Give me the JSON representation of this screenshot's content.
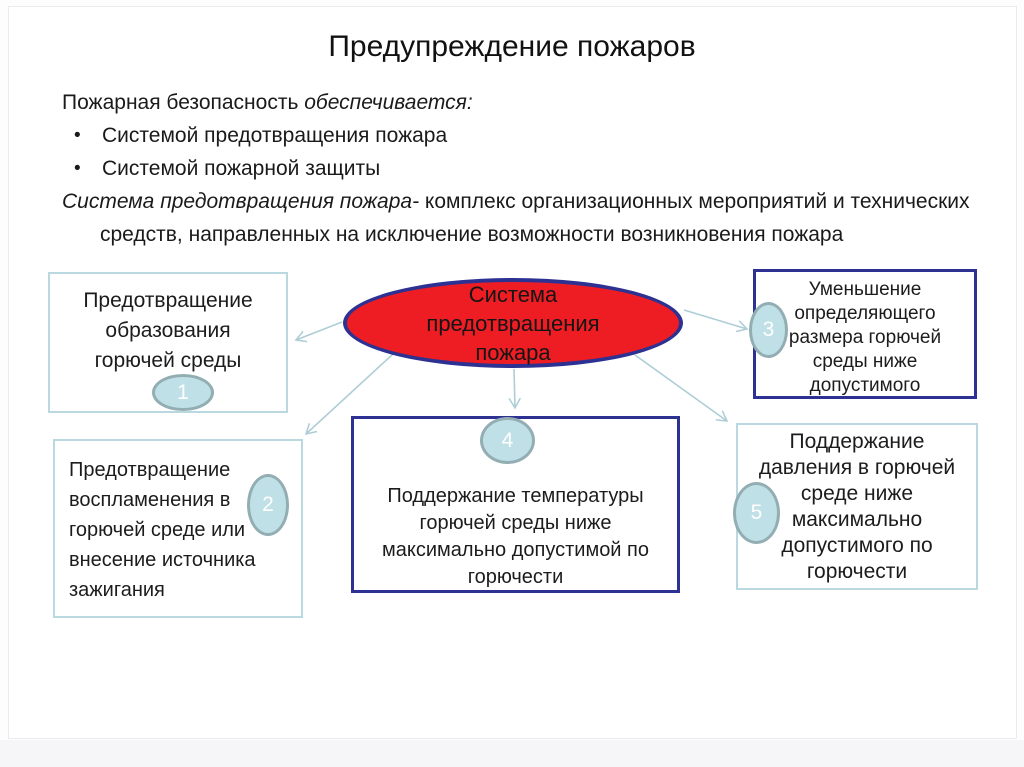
{
  "colors": {
    "red": "#ee1d23",
    "navy": "#2d3192",
    "lightblue": "#b9d8df",
    "badge-fill": "#bfe0e6",
    "badge-border": "#93aeb3",
    "arrow": "#aecdd6"
  },
  "slide": {
    "title": "Предупреждение пожаров",
    "intro_normal": "Пожарная безопасность ",
    "intro_italic": "обеспечивается:",
    "bullet_char": "•",
    "bullets": [
      "Системой предотвращения пожара",
      "Системой пожарной защиты"
    ],
    "definition_italic": "Система предотвращения пожара-",
    "definition_normal": " комплекс организационных мероприятий и технических средств, направленных на исключение возможности возникновения пожара"
  },
  "diagram": {
    "center_label": "Система предотвращения пожара",
    "nodes": [
      {
        "num": "1",
        "label": "Предотвращение образования горючей среды"
      },
      {
        "num": "2",
        "label": "Предотвращение воспламенения в горючей среде или внесение источника зажигания"
      },
      {
        "num": "3",
        "label": "Уменьшение определяющего размера горючей среды ниже допустимого"
      },
      {
        "num": "4",
        "label": "Поддержание температуры горючей среды ниже максимально допустимой по горючести"
      },
      {
        "num": "5",
        "label": "Поддержание давления в горючей среде ниже максимально допустимого по горючести"
      }
    ]
  }
}
